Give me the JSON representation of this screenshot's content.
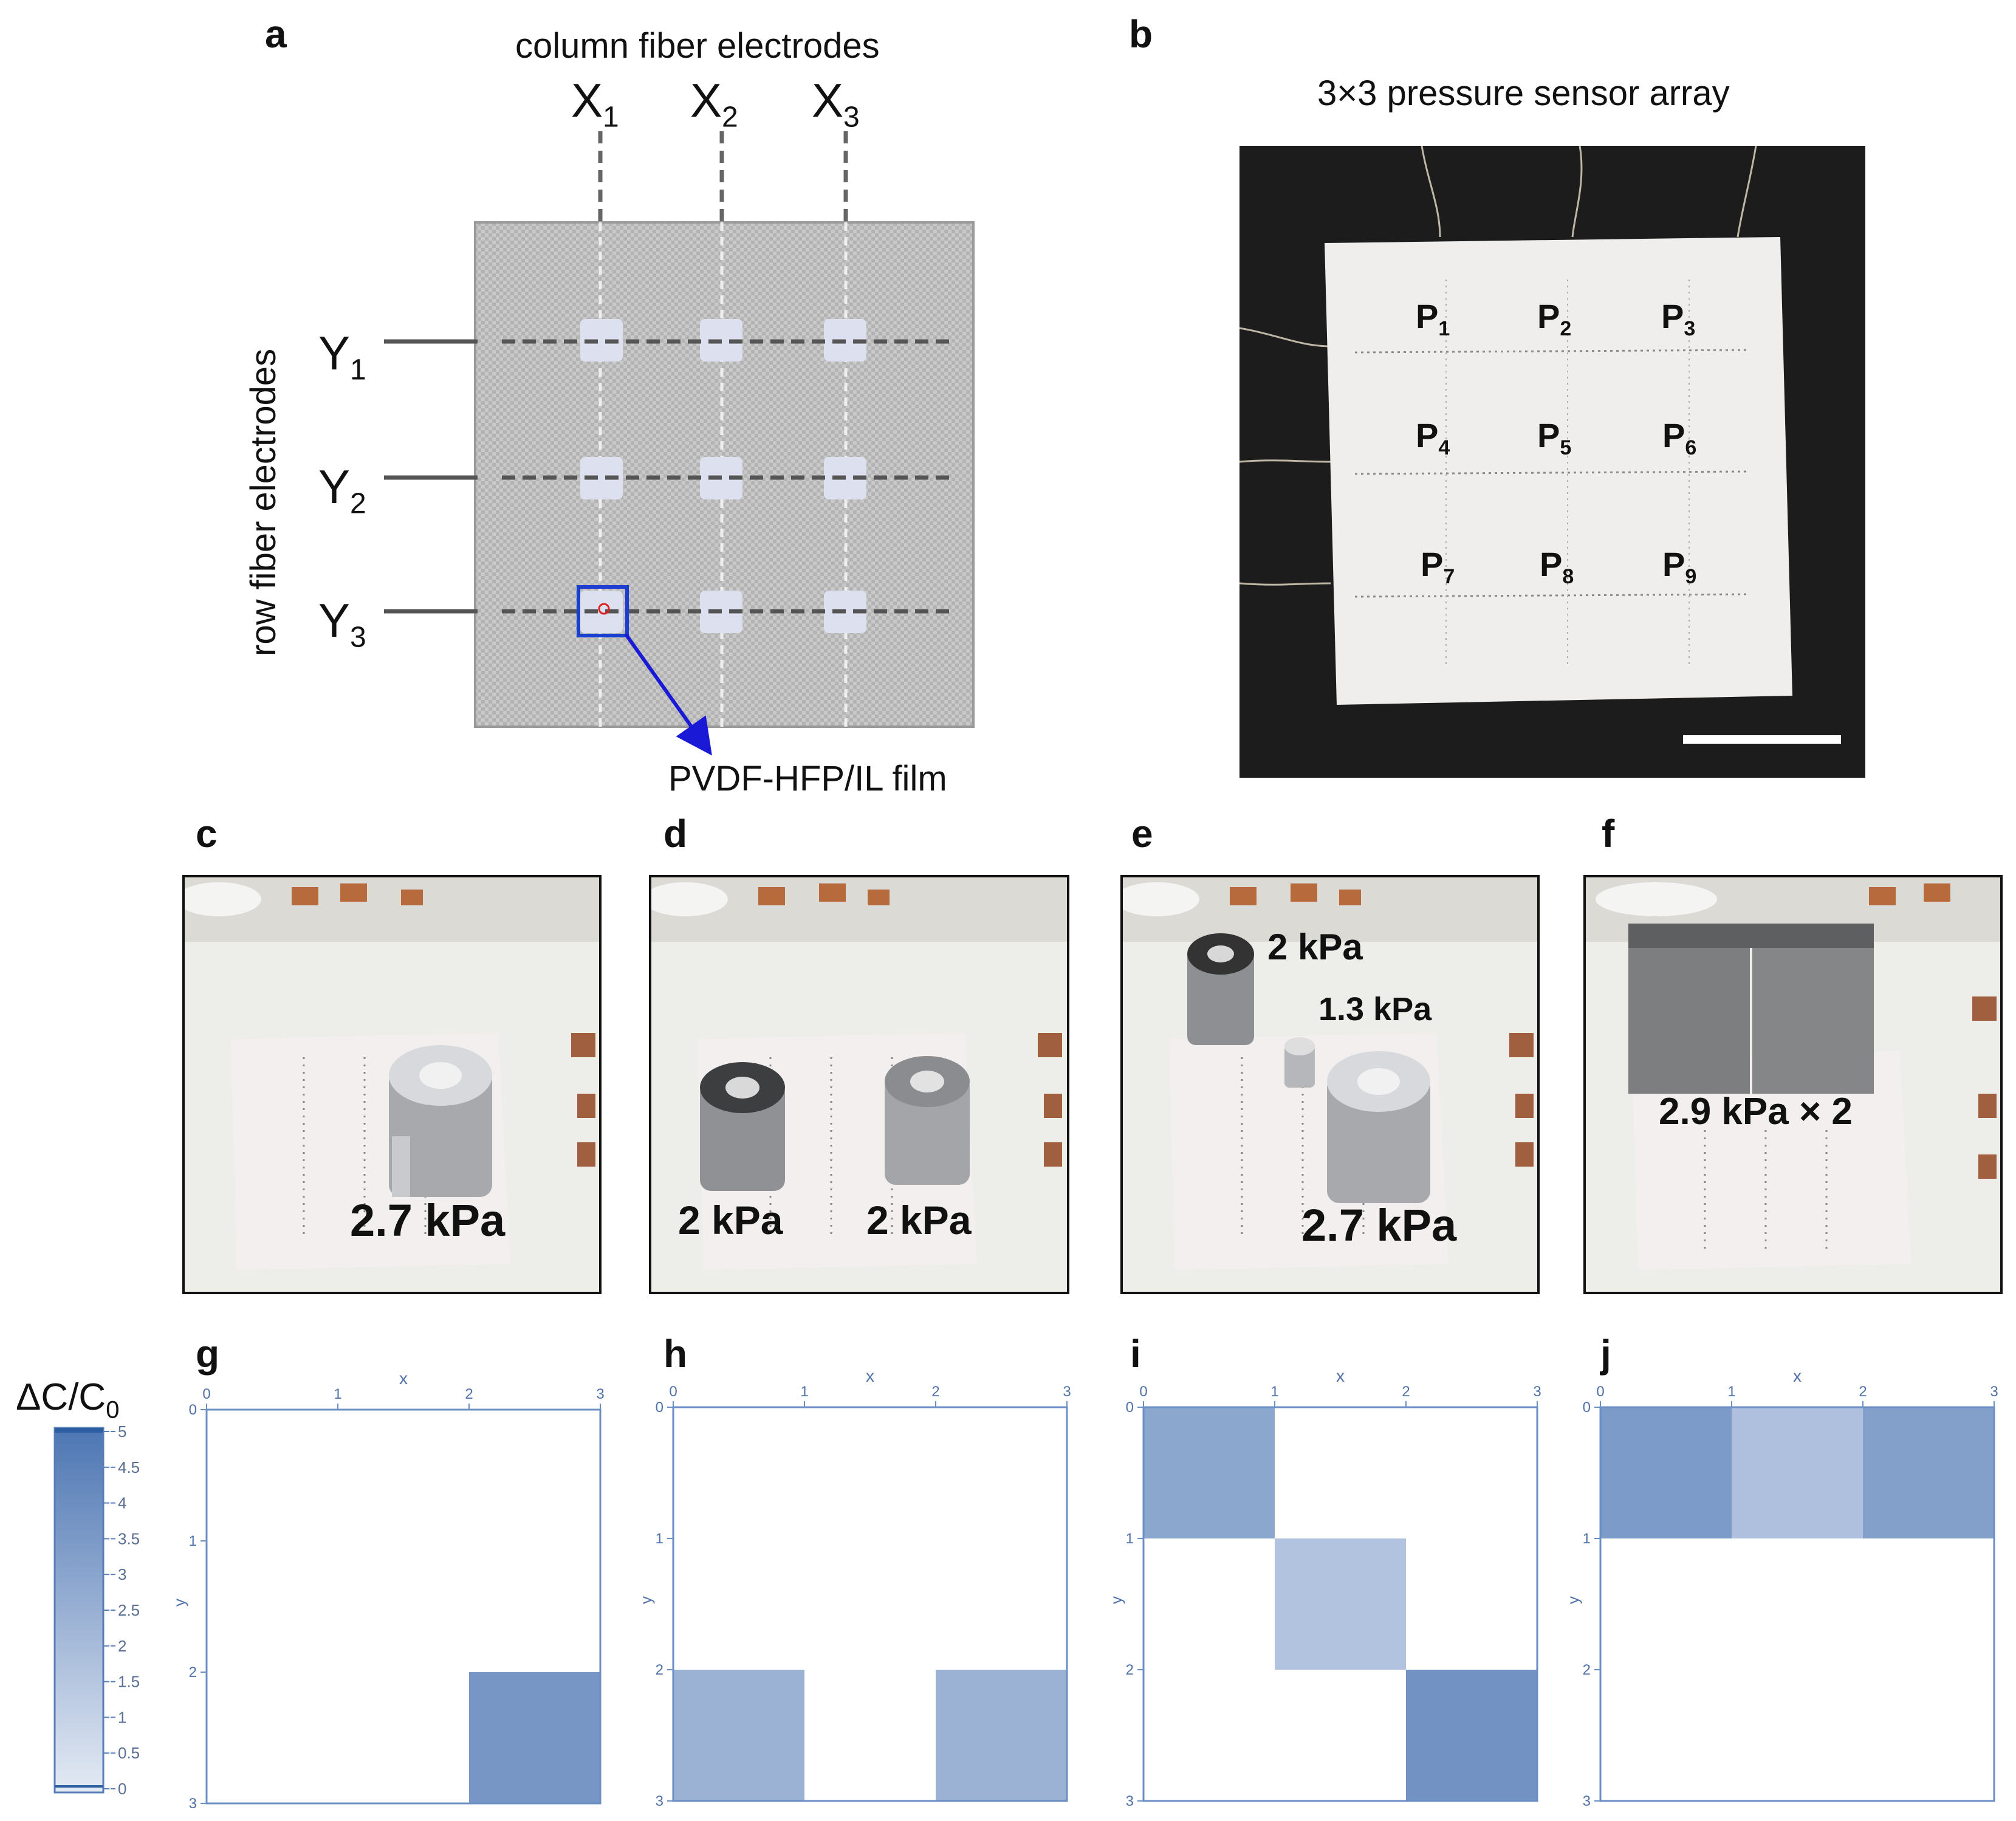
{
  "panel_labels": {
    "a": "a",
    "b": "b",
    "c": "c",
    "d": "d",
    "e": "e",
    "f": "f",
    "g": "g",
    "h": "h",
    "i": "i",
    "j": "j"
  },
  "panel_a": {
    "top_title": "column fiber electrodes",
    "side_title": "row fiber electrodes",
    "columns": [
      "X",
      "X",
      "X"
    ],
    "column_subs": [
      "1",
      "2",
      "3"
    ],
    "rows": [
      "Y",
      "Y",
      "Y"
    ],
    "row_subs": [
      "1",
      "2",
      "3"
    ],
    "film_label": "PVDF-HFP/IL film"
  },
  "panel_b": {
    "title": "3×3 pressure sensor array",
    "points": [
      {
        "p": "P",
        "s": "1"
      },
      {
        "p": "P",
        "s": "2"
      },
      {
        "p": "P",
        "s": "3"
      },
      {
        "p": "P",
        "s": "4"
      },
      {
        "p": "P",
        "s": "5"
      },
      {
        "p": "P",
        "s": "6"
      },
      {
        "p": "P",
        "s": "7"
      },
      {
        "p": "P",
        "s": "8"
      },
      {
        "p": "P",
        "s": "9"
      }
    ]
  },
  "photos": {
    "c": {
      "labels": [
        "2.7 kPa"
      ]
    },
    "d": {
      "labels": [
        "2 kPa",
        "2 kPa"
      ]
    },
    "e": {
      "labels": [
        "2 kPa",
        "1.3 kPa",
        "2.7 kPa"
      ]
    },
    "f": {
      "labels": [
        "2.9 kPa × 2"
      ]
    }
  },
  "colorbar": {
    "title": "ΔC/C",
    "title_sub": "0",
    "ticks": [
      "5",
      "4.5",
      "4",
      "3.5",
      "3",
      "2.5",
      "2",
      "1.5",
      "1",
      "0.5",
      "0"
    ],
    "range": [
      0,
      5
    ],
    "color_low": "#e4eaf4",
    "color_high": "#4d76b3"
  },
  "chart_data": [
    {
      "type": "heatmap",
      "panel": "g",
      "xlabel": "x",
      "ylabel": "y",
      "x_ticks": [
        "0",
        "1",
        "2",
        "3"
      ],
      "y_ticks": [
        "0",
        "1",
        "2",
        "3"
      ],
      "xlim": [
        0,
        3
      ],
      "ylim": [
        0,
        3
      ],
      "cells": [
        {
          "x": 2,
          "y": 2,
          "value": 3.6
        }
      ]
    },
    {
      "type": "heatmap",
      "panel": "h",
      "xlabel": "x",
      "ylabel": "y",
      "x_ticks": [
        "0",
        "1",
        "2",
        "3"
      ],
      "y_ticks": [
        "0",
        "1",
        "2",
        "3"
      ],
      "xlim": [
        0,
        3
      ],
      "ylim": [
        0,
        3
      ],
      "cells": [
        {
          "x": 0,
          "y": 2,
          "value": 2.4
        },
        {
          "x": 2,
          "y": 2,
          "value": 2.4
        }
      ]
    },
    {
      "type": "heatmap",
      "panel": "i",
      "xlabel": "x",
      "ylabel": "y",
      "x_ticks": [
        "0",
        "1",
        "2",
        "3"
      ],
      "y_ticks": [
        "0",
        "1",
        "2",
        "3"
      ],
      "xlim": [
        0,
        3
      ],
      "ylim": [
        0,
        3
      ],
      "cells": [
        {
          "x": 0,
          "y": 0,
          "value": 2.9
        },
        {
          "x": 1,
          "y": 1,
          "value": 1.7
        },
        {
          "x": 2,
          "y": 2,
          "value": 3.8
        }
      ]
    },
    {
      "type": "heatmap",
      "panel": "j",
      "xlabel": "x",
      "ylabel": "y",
      "x_ticks": [
        "0",
        "1",
        "2",
        "3"
      ],
      "y_ticks": [
        "0",
        "1",
        "2",
        "3"
      ],
      "xlim": [
        0,
        3
      ],
      "ylim": [
        0,
        3
      ],
      "cells": [
        {
          "x": 0,
          "y": 0,
          "value": 3.4
        },
        {
          "x": 1,
          "y": 0,
          "value": 1.8
        },
        {
          "x": 2,
          "y": 0,
          "value": 3.2
        }
      ]
    }
  ]
}
